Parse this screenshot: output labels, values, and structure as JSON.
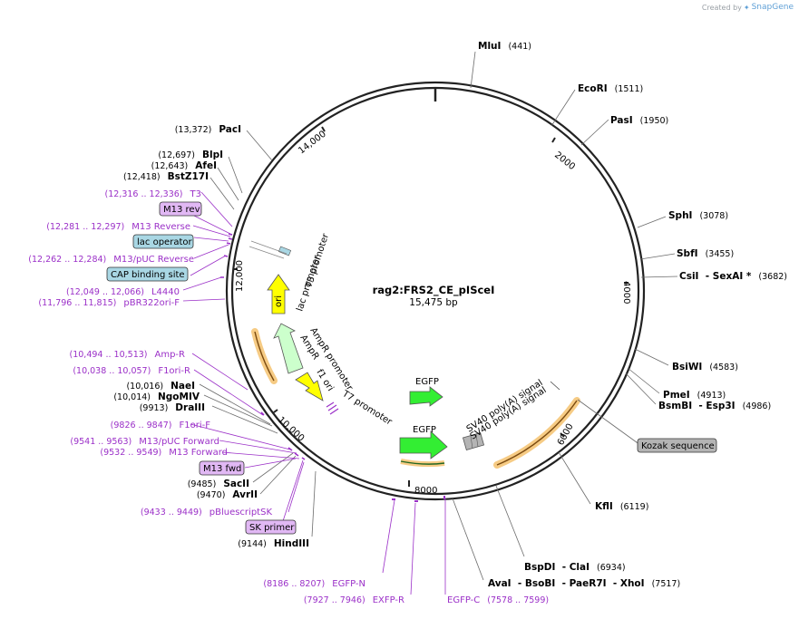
{
  "credit": {
    "prefix": "Created by",
    "brand": "SnapGene"
  },
  "plasmid": {
    "name": "rag2:FRS2_CE_pISceI",
    "length": "15,475 bp"
  },
  "ticks": [
    "2000",
    "4000",
    "6000",
    "8000",
    "10,000",
    "12,000",
    "14,000"
  ],
  "sites": [
    {
      "id": "mlui",
      "name": "MluI",
      "pos": "(441)"
    },
    {
      "id": "ecori",
      "name": "EcoRI",
      "pos": "(1511)"
    },
    {
      "id": "pasi",
      "name": "PasI",
      "pos": "(1950)"
    },
    {
      "id": "sphi",
      "name": "SphI",
      "pos": "(3078)"
    },
    {
      "id": "sbfi",
      "name": "SbfI",
      "pos": "(3455)"
    },
    {
      "id": "csii",
      "name": "CsiI  - SexAI *",
      "pos": "(3682)"
    },
    {
      "id": "bsiwi",
      "name": "BsiWI",
      "pos": "(4583)"
    },
    {
      "id": "pmei",
      "name": "PmeI",
      "pos": "(4913)"
    },
    {
      "id": "bsmbi",
      "name": "BsmBI  - Esp3I",
      "pos": "(4986)"
    },
    {
      "id": "kfli",
      "name": "KflI",
      "pos": "(6119)"
    },
    {
      "id": "bspdi",
      "name": "BspDI  - ClaI",
      "pos": "(6934)"
    },
    {
      "id": "avai",
      "name": "AvaI  - BsoBI  - PaeR7I  - XhoI",
      "pos": "(7517)"
    },
    {
      "id": "hindiii",
      "name": "HindIII",
      "pos": "(9144)"
    },
    {
      "id": "avrii",
      "name": "AvrII",
      "pos": "(9470)"
    },
    {
      "id": "sacii",
      "name": "SacII",
      "pos": "(9485)"
    },
    {
      "id": "draiii",
      "name": "DraIII",
      "pos": "(9913)"
    },
    {
      "id": "ngomiv",
      "name": "NgoMIV",
      "pos": "(10,014)"
    },
    {
      "id": "naei",
      "name": "NaeI",
      "pos": "(10,016)"
    },
    {
      "id": "bstz17i",
      "name": "BstZ17I",
      "pos": "(12,418)"
    },
    {
      "id": "afei",
      "name": "AfeI",
      "pos": "(12,643)"
    },
    {
      "id": "blpi",
      "name": "BlpI",
      "pos": "(12,697)"
    },
    {
      "id": "paci",
      "name": "PacI",
      "pos": "(13,372)"
    }
  ],
  "primers": [
    {
      "id": "t3",
      "name": "T3",
      "pos": "(12,316 .. 12,336)"
    },
    {
      "id": "m13rev-long",
      "name": "M13 Reverse",
      "pos": "(12,281 .. 12,297)"
    },
    {
      "id": "m13puc-rev",
      "name": "M13/pUC Reverse",
      "pos": "(12,262 .. 12,284)"
    },
    {
      "id": "l4440",
      "name": "L4440",
      "pos": "(12,049 .. 12,066)"
    },
    {
      "id": "pbr322ori-f",
      "name": "pBR322ori-F",
      "pos": "(11,796 .. 11,815)"
    },
    {
      "id": "amp-r",
      "name": "Amp-R",
      "pos": "(10,494 .. 10,513)"
    },
    {
      "id": "f1ori-r",
      "name": "F1ori-R",
      "pos": "(10,038 .. 10,057)"
    },
    {
      "id": "f1ori-f",
      "name": "F1ori-F",
      "pos": "(9826 .. 9847)"
    },
    {
      "id": "m13puc-fwd",
      "name": "M13/pUC Forward",
      "pos": "(9541 .. 9563)"
    },
    {
      "id": "m13-forward",
      "name": "M13 Forward",
      "pos": "(9532 .. 9549)"
    },
    {
      "id": "pbluescriptsk",
      "name": "pBluescriptSK",
      "pos": "(9433 .. 9449)"
    },
    {
      "id": "egfp-n",
      "name": "EGFP-N",
      "pos": "(8186 .. 8207)"
    },
    {
      "id": "exfp-r",
      "name": "EXFP-R",
      "pos": "(7927 .. 7946)"
    },
    {
      "id": "egfp-c",
      "name": "EGFP-C",
      "pos": "(7578 .. 7599)"
    }
  ],
  "boxes": {
    "m13rev": "M13 rev",
    "lacop": "lac operator",
    "cap": "CAP binding site",
    "m13fwd": "M13 fwd",
    "skprimer": "SK primer",
    "kozak": "Kozak sequence"
  },
  "features": {
    "ori": "ori",
    "lac_promoter": "lac promoter",
    "t3_promoter": "T3 promoter",
    "ampr_promoter": "AmpR promoter",
    "ampr": "AmpR",
    "f1ori": "f1 ori",
    "t7_promoter": "T7 promoter",
    "egfp1": "EGFP",
    "egfp2": "EGFP",
    "sv40_1": "SV40 poly(A) signal",
    "sv40_2": "SV40 poly(A) signal"
  },
  "colors": {
    "backbone": "#222222",
    "leader": "#6b6b6b",
    "primer": "#9b30c8",
    "ori": "#ffff00",
    "ampr": "#ccffcc",
    "f1ori": "#ffff00",
    "egfp": "#33ee33",
    "halo": "#f5c577",
    "misc_box": "#a9d7e4",
    "primer_box": "#e1b8f4",
    "kozak_box": "#b4b4b4"
  }
}
